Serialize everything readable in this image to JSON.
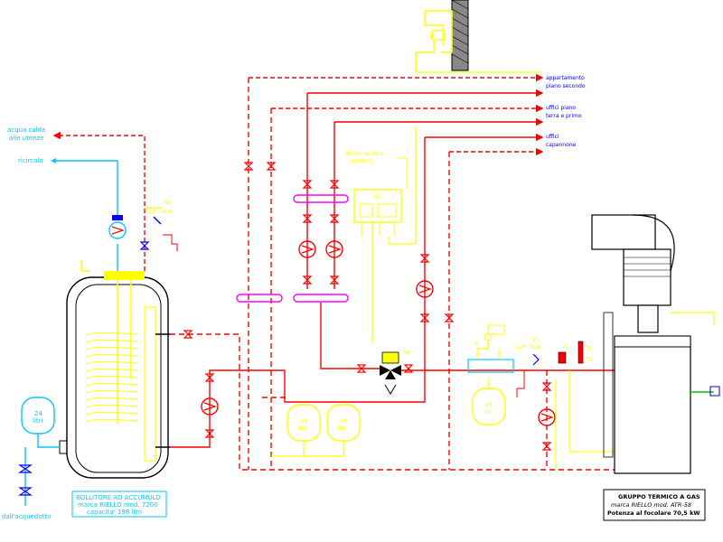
{
  "labels": {
    "acqua_calda_1": "acqua calda",
    "acqua_calda_2": "alle utenze",
    "ricircolo": "ricircolo",
    "dall_acquedotto": "dall'acquedotto",
    "appartamento_1": "appartamento",
    "appartamento_2": "piano secondo",
    "uffici_piano_1": "uffici piano",
    "uffici_piano_2": "terra e primo",
    "uffici_cap_1": "uffici",
    "uffici_cap_2": "capannone",
    "alimentazione_1": "alimentazione",
    "alimentazione_2": "elettrica",
    "rc": "RC",
    "se": "SE",
    "vs_left": "VS",
    "vs_left_pressure": "1/2\"-3bar",
    "vs_right": "VS",
    "vs_right_pressure": "1/2\"-3bar",
    "va": "VA",
    "ti": "TI",
    "tl": "TL",
    "ts": "TS",
    "pi": "PI",
    "ve_1": "24",
    "ve_1b": "litri",
    "ve_2": "24",
    "ve_2b": "litri",
    "ve_3": "24",
    "ve_3b": "litri",
    "ve_4": "24",
    "ve_4b": "litri"
  },
  "boiler_box": {
    "line1": "BOLLITORE AD ACCUMULO",
    "line2": "marca RIELLO mod. 7200",
    "line3": "capacita' 198 litri"
  },
  "gruppo_box": {
    "line1": "GRUPPO TERMICO A GAS",
    "line2": "marca RIELLO mod. ATR-58",
    "line3": "Potenza al focolare 70,5 kW"
  },
  "colors": {
    "supply": "#ff0000",
    "hot_water": "#ff0000",
    "cold": "#00c8ff",
    "component": "#ffff00",
    "gas": "#00c000",
    "valve": "#0000ff",
    "text": "#000000"
  }
}
